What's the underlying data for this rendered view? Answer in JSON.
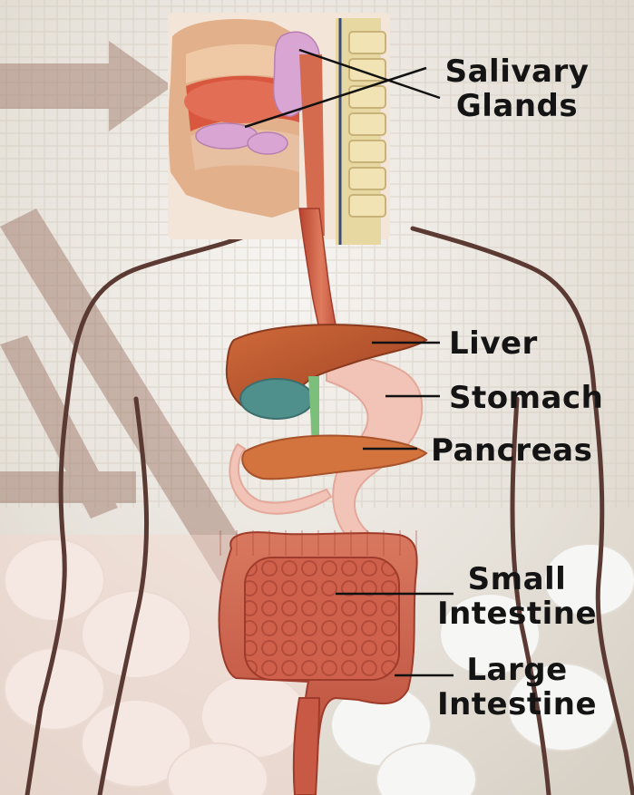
{
  "labels": {
    "salivary": {
      "line1": "Salivary",
      "line2": "Glands"
    },
    "liver": "Liver",
    "stomach": "Stomach",
    "pancreas": "Pancreas",
    "small_intestine": {
      "line1": "Small",
      "line2": "Intestine"
    },
    "large_intestine": {
      "line1": "Large",
      "line2": "Intestine"
    }
  },
  "colors": {
    "background": "#ece9e4",
    "body_outline": "#5b3a33",
    "organ_red": "#c9563e",
    "liver": "#b9572d",
    "stomach": "#f2c4b8",
    "pancreas": "#d3743f",
    "gallbladder": "#4f8f8c",
    "salivary": "#d9a6d3",
    "spine": "#e7d7a0",
    "leader_line": "#111111",
    "label_text": "#141414"
  }
}
